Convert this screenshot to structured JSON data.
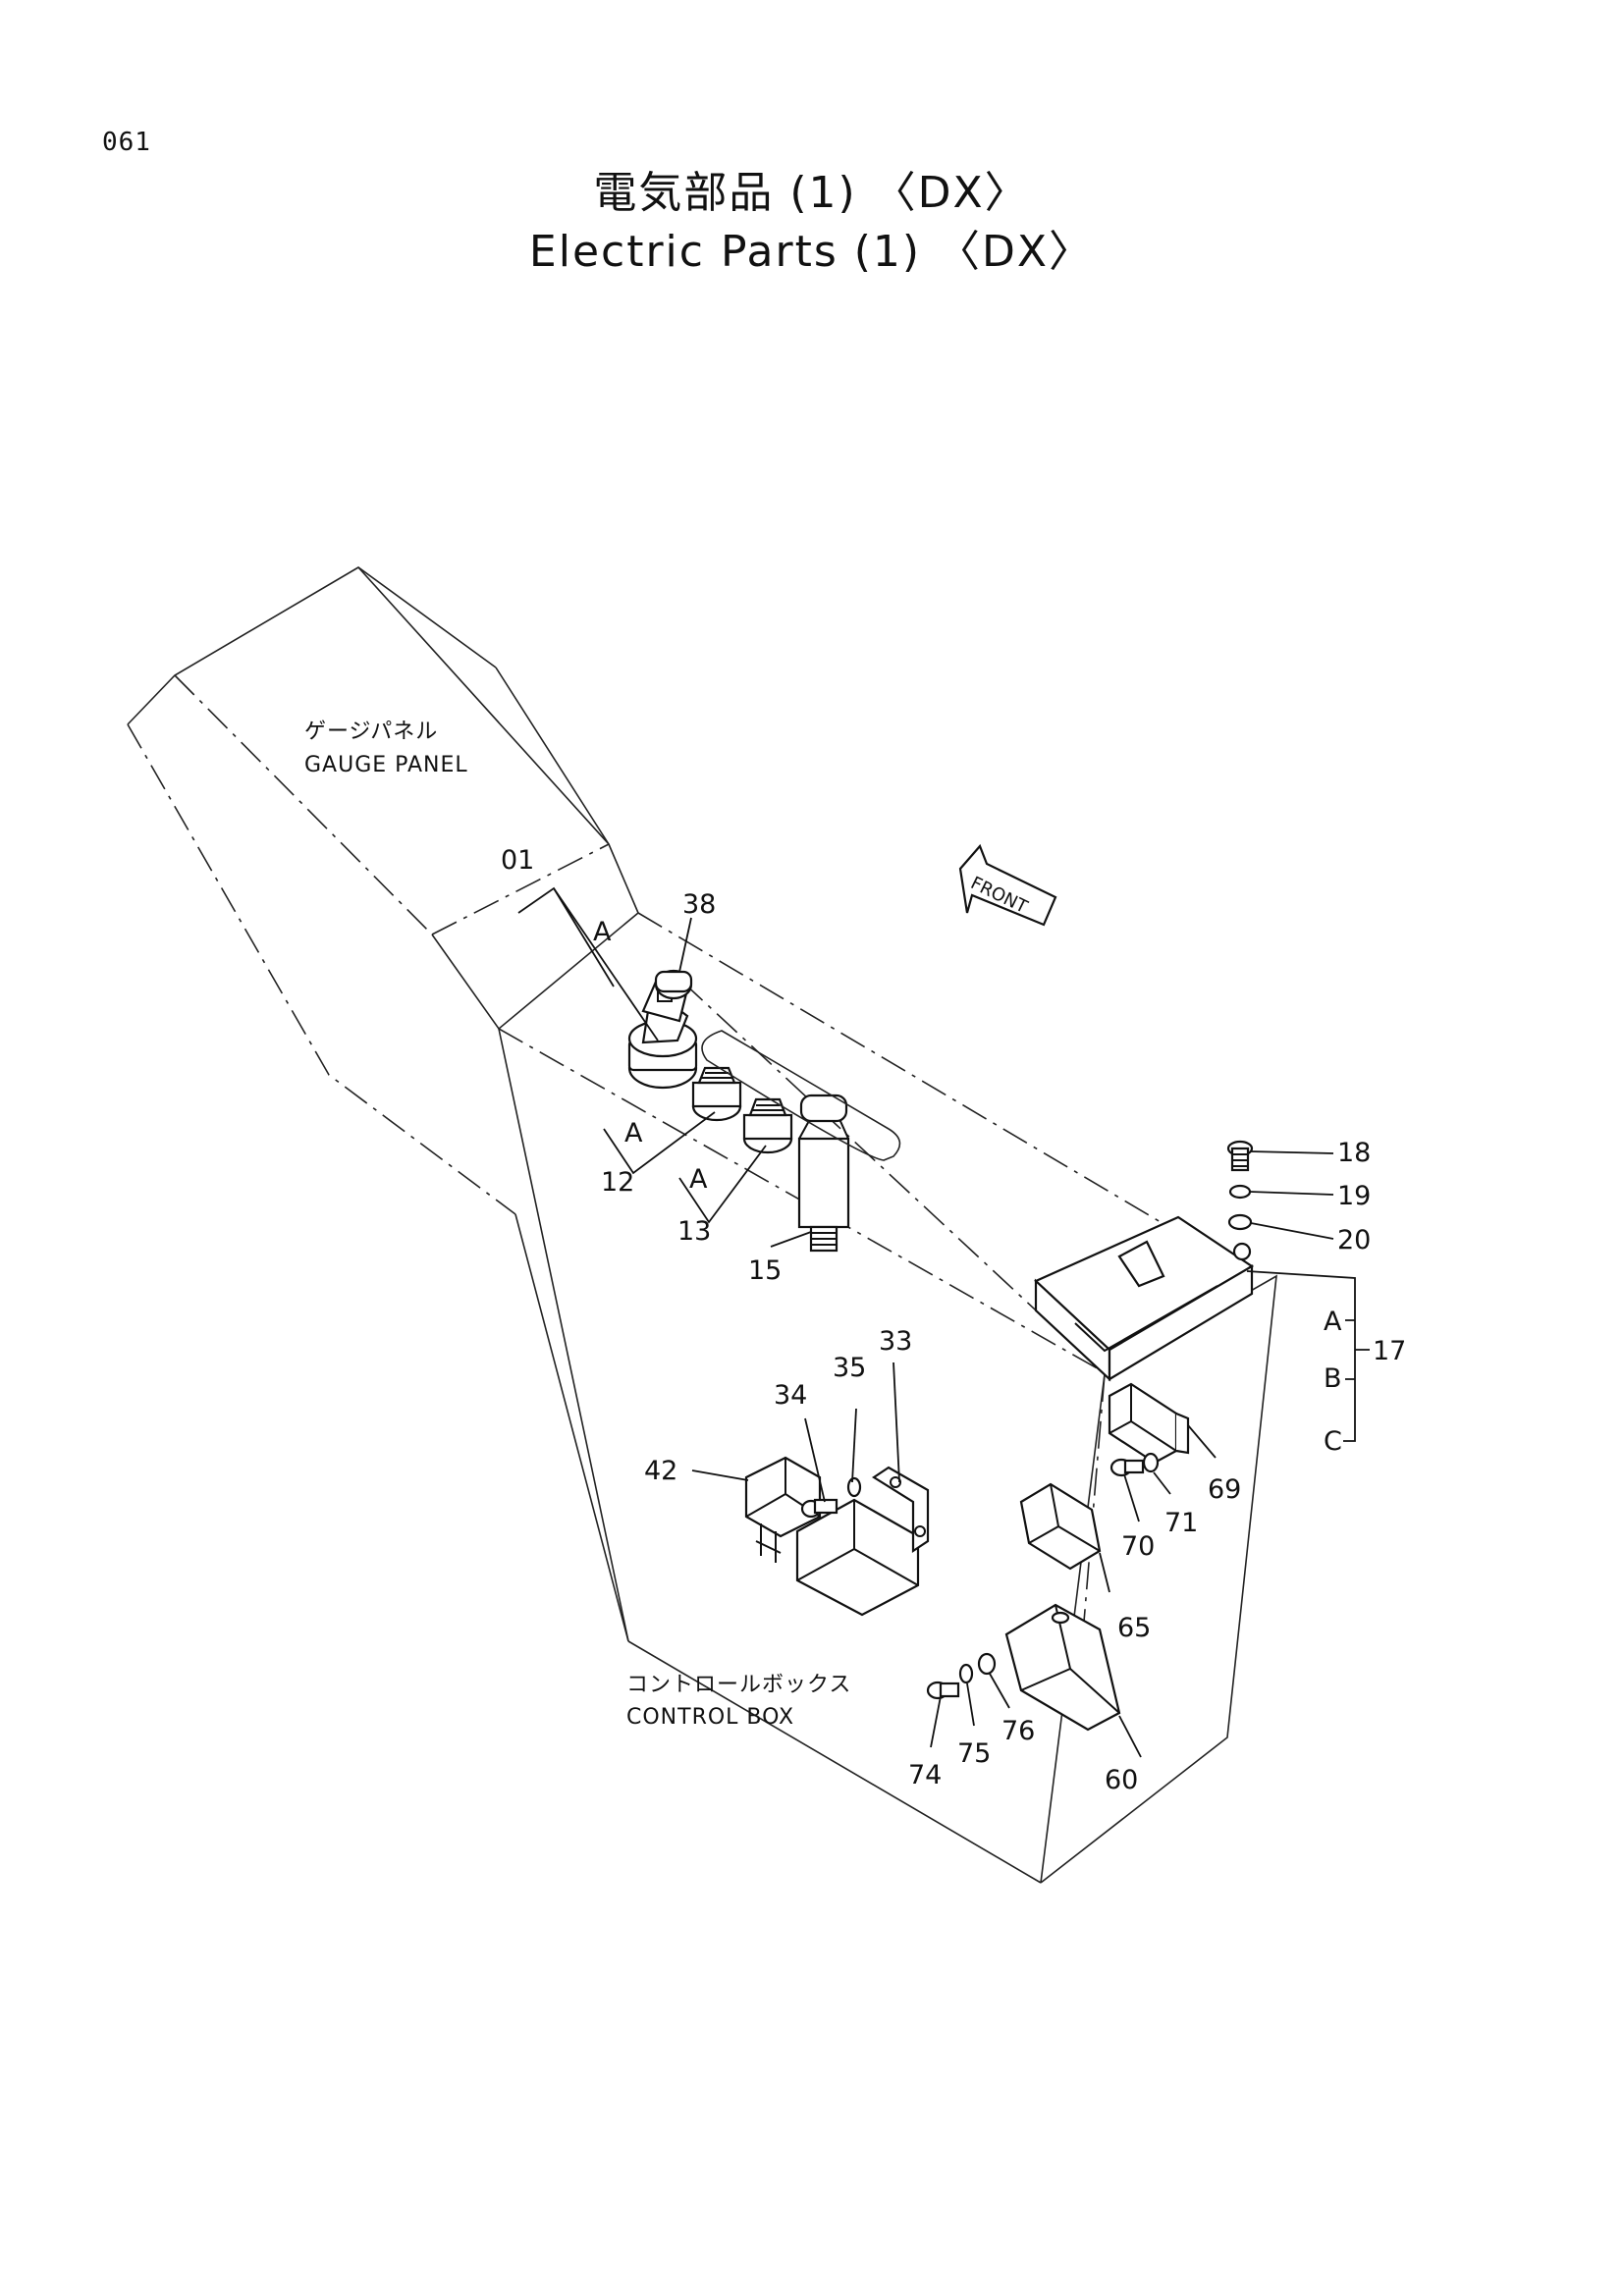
{
  "page_number": "061",
  "title_jp": "電気部品 (1) 〈DX〉",
  "title_en": "Electric Parts (1) 〈DX〉",
  "areas": {
    "gauge_panel_jp": "ゲージパネル",
    "gauge_panel_en": "GAUGE PANEL",
    "control_box_jp": "コントロールボックス",
    "control_box_en": "CONTROL BOX"
  },
  "front_label": "FRONT",
  "callouts": {
    "p01": "01",
    "p38": "38",
    "p12": "12",
    "p13": "13",
    "p15": "15",
    "p18": "18",
    "p19": "19",
    "p20": "20",
    "p17": "17",
    "p33": "33",
    "p34": "34",
    "p35": "35",
    "p42": "42",
    "p69": "69",
    "p70": "70",
    "p71": "71",
    "p65": "65",
    "p60": "60",
    "p74": "74",
    "p75": "75",
    "p76": "76"
  },
  "sub_labels": {
    "a1": "A",
    "a2": "A",
    "a3": "A",
    "g17a": "A",
    "g17b": "B",
    "g17c": "C"
  }
}
